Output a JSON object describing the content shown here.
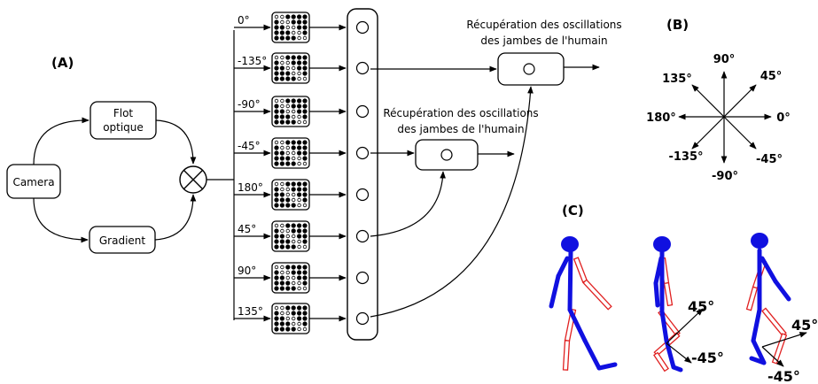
{
  "panel_labels": {
    "a": "(A)",
    "b": "(B)",
    "c": "(C)"
  },
  "nodes": {
    "camera": "Camera",
    "flow_line1": "Flot",
    "flow_line2": "optique",
    "gradient": "Gradient"
  },
  "recovery": {
    "line1": "Récupération des oscillations",
    "line2": "des jambes de l'humain"
  },
  "orientations": [
    "0°",
    "-135°",
    "-90°",
    "-45°",
    "180°",
    "45°",
    "90°",
    "135°"
  ],
  "compass": {
    "north": "90°",
    "northeast": "45°",
    "east": "0°",
    "southeast": "-45°",
    "south": "-90°",
    "southwest": "-135°",
    "west": "180°",
    "northwest": "135°"
  },
  "leg_angles": {
    "up": "45°",
    "down": "-45°"
  },
  "colors": {
    "left_limbs": "#1010e0",
    "right_limbs": "#e02020",
    "line": "#000000"
  }
}
